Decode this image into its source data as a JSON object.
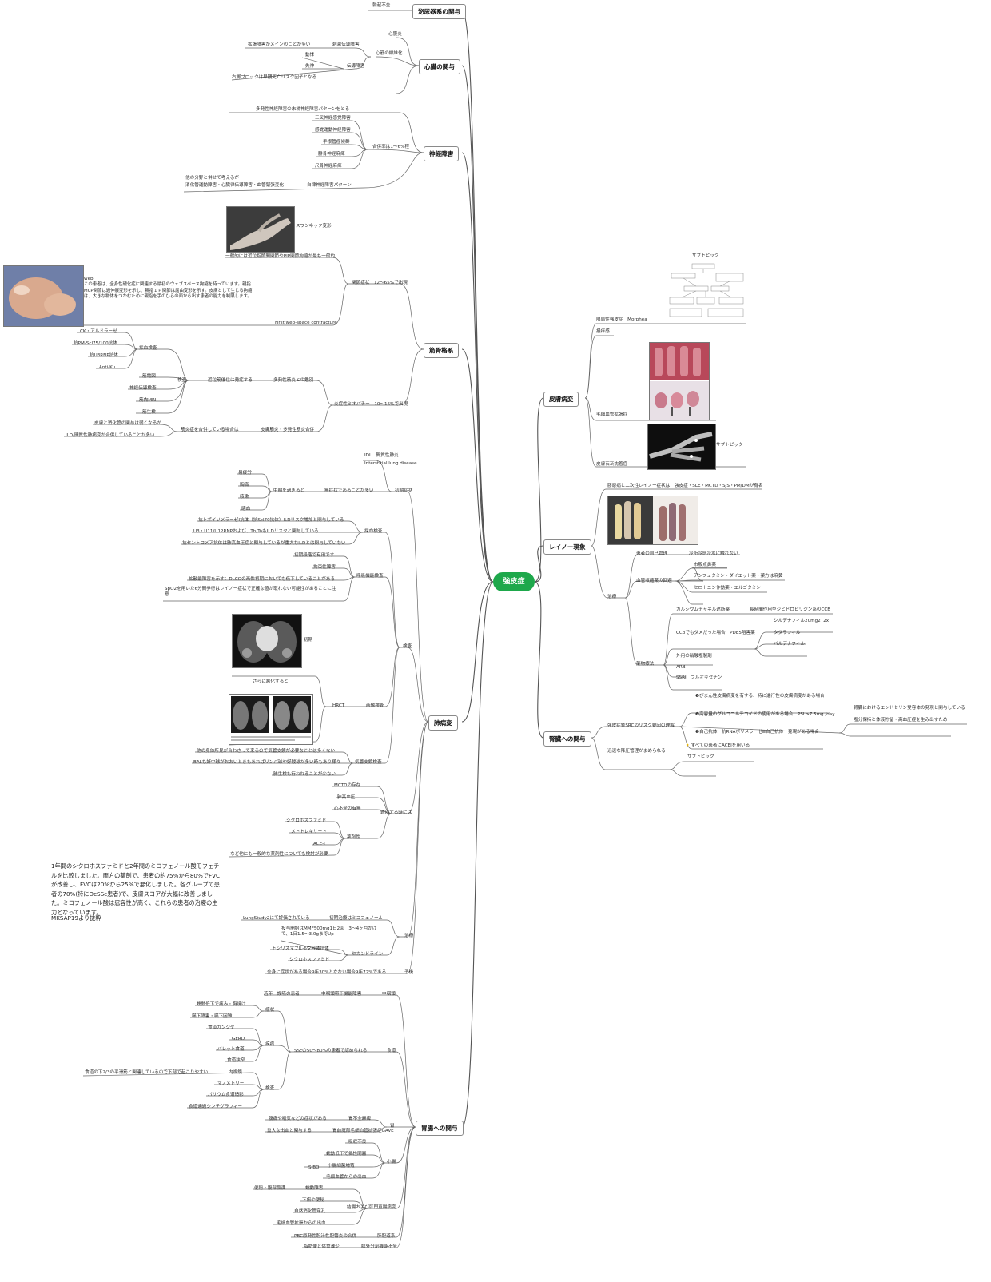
{
  "root": "強皮症",
  "branches": {
    "renal": "泌尿器系の関与",
    "heart": "心臓の関与",
    "neuro": "神経障害",
    "msk": "筋骨格系",
    "lung": "肺病変",
    "gi": "胃腸への関与",
    "skin": "皮膚病変",
    "raynaud": "レイノー現象",
    "kidney": "腎臓への関与"
  },
  "renal": {
    "item": "勃起不全"
  },
  "heart": {
    "pericarditis": "心膜炎",
    "myo": "心筋の線維化",
    "diastolic": "拡張障害がメインのことが多い",
    "conduction": "刺激伝導障害",
    "palp": "動悸",
    "syncope": "失神",
    "ecg": "伝導障害",
    "rbbb": "右脚ブロックは早期死亡リスク因子となる"
  },
  "neuro": {
    "pattern": "多発性神経障害の末梢神経障害パターンをとる",
    "n1": "三叉神経感覚障害",
    "n2": "感覚運動神経障害",
    "n3": "手根管症候群",
    "n4": "腓骨神経麻痺",
    "n5": "尺骨神経麻痺",
    "rate": "合併率は1～6%程",
    "auto_note1": "他の分野と併せて考えるが",
    "auto_note2": "消化管運動障害・心臓律伝導障害・血管緊張変化",
    "auto": "自律神経障害パターン"
  },
  "msk": {
    "swan": "スワンネック変形",
    "joint_desc": "一般的には近位指節間関節やPIP関節拘縮が最も一般的",
    "joint": "関節症状　12～65%で出現",
    "web_title": "web",
    "web_desc": "この患者は、全身性硬化症に関連する最初のウェブスペース拘縮を持っています。親指MCP関節は過伸展変形を示し、親指ＩＰ関節は屈曲変形を示す。皮膚として生じる拘縮は、大きな物体をつかむために親指を手のひらの面から出す患者の能力を制限します。",
    "web": "First web-space contracture",
    "ab1": "CK・アルドラーゼ",
    "ab2": "抗PM-Scl75/100抗体",
    "ab3": "抗U3RNP抗体",
    "ab4": "Anti-Ku",
    "blood": "採血検査",
    "emg": "筋電図",
    "ncs": "神経伝導検査",
    "mri": "筋肉MRI",
    "biopsy": "筋生検",
    "test": "検査",
    "proximal": "近位筋優位に発症する",
    "dd": "多発性筋炎との鑑別",
    "myopathy": "炎症性ミオパチー　10～15%で出現",
    "ild_note1": "皮膚と消化管の関与は弱くなるが",
    "ild_note2": "ILD/間質性肺病変が合併していることが多い",
    "ovl": "筋炎症を合併している場合は",
    "ovl2": "皮膚筋炎・多発性筋炎合併"
  },
  "lung": {
    "idl": "IDL　間質性肺炎",
    "il": "Interstitial lung disease",
    "asym": "無症状であることが多い",
    "early": "初期症状",
    "sx1": "易疲労",
    "sx2": "胸痛",
    "sx3": "咳嗽",
    "sx4": "喀血",
    "sx_p": "中期を過ぎると",
    "ab1": "抗トポイソメラーゼⅠ抗体（抗Scl70抗体）ILDリスク増加と関与している",
    "ab2": "U3・U11/U12RNPおよび、Th/ToもILDリスクと関与している",
    "ab3": "抗セントロメア抗体は肺高血圧症と関与しているが重大なILDとは関与していない",
    "blood": "採血検査",
    "pft_early": "初期段階で有用です",
    "restrictive": "拘束性障害",
    "dlco": "拡散能障害を示す：DLCOの画像初期においても低下していることがある",
    "spo2": "SpO2を用いた6分間歩行はレイノー症状で正確な値が取れない可能性があることに注意",
    "pft": "呼吸機能検査",
    "hrct_early": "初期",
    "hrct_adv": "さらに悪化すると",
    "hrct": "HRCT",
    "img": "画像検査",
    "bal1": "他の身体所見が合わさって来るので気管支鏡が必要なことは多くない",
    "bal2": "BALも好中球がおおいときもあればリンパ球や好酸球が多い時もあり様々",
    "bal3": "肺生検も行われることが少ない",
    "bronch": "気管支鏡検査",
    "exam": "検査",
    "ex1": "MCTDの存在",
    "ex2": "肺高血圧",
    "ex3": "心不全の有無",
    "excl": "鑑別する時には",
    "d1": "シクロホスファミド",
    "d2": "メトトレキサート",
    "d3": "ACE-I",
    "drug": "薬剤性",
    "d_note": "など他にも一般的な薬剤性についても検討が必要",
    "note": "1年間のシクロホスファミドと2年間のミコフェノール酸モフェチルを比較しました。両方の薬剤で、患者の約75%から80%でFVCが改善し、FVCは20%から25%で悪化しました。各グループの患者の70%(特にDcSSc患者)で、皮膚スコアが大幅に改善しました。ミコフェノール酸は忍容性が高く、これらの患者の治療の主力となっています。",
    "mksap": "MKSAP19より抜粋",
    "sls": "LungStudy2にて評価されている",
    "mmf": "初期治療はミコフェノール",
    "mmf_dose": "投与開始はMMF500mg1日2回　3～4ヶ月かけて、1日1.5～3.0gまでUp",
    "toci": "トシリズマブIL-6受容体抗体",
    "cyc": "シクロホスファミド",
    "second": "セカンドライン",
    "tx": "治療",
    "prog_note": "全身に症状がある場合9年30%となない場合9年72%である",
    "prog": "予後"
  },
  "gi": {
    "oro_note": "若年　誤嚥の患者",
    "oro": "中咽頭嚥下機能障害",
    "oro_h": "中咽頭",
    "s1": "蠕動低下で痛み・胸焼け",
    "s2": "嚥下障害・嚥下困難",
    "symptom": "症状",
    "d1": "食道カンジダ",
    "d2": "GERD",
    "d3": "バレット食道",
    "d4": "食道狭窄",
    "disease": "疾病",
    "ssc": "SScの50～80%の患者で認められる",
    "eso": "食道",
    "dist_note": "食道の下2/3の平滑筋と関連しているので下部で起こりやすい",
    "t1": "内視鏡",
    "t2": "マノメトリー",
    "t3": "バリウム食道造影",
    "t4": "食道通過シンチグラフィー",
    "test": "検査",
    "g1_note": "腹痛や嘔気などの症状がある",
    "g1": "胃不全麻痺",
    "g2_note": "重大な出血と関与する",
    "g2": "胃前庭部毛細血管拡張症GAVE",
    "stomach": "胃",
    "i1": "吸収不良",
    "i2": "蠕動低下で偽性閉塞",
    "i3": "小腸細菌増殖",
    "i4": "毛細血管からの出血",
    "sibo": "SIBO",
    "small": "小腸",
    "c_note": "便秘・腹部膨満",
    "c1": "蠕動障害",
    "c2": "下痢や便秘",
    "c3": "自然消化管穿孔",
    "c4": "毛細血管拡張からの出血",
    "colon": "結腸および肛門直腸病変",
    "pbc": "PBC原発性胆汁性胆管炎の合併",
    "liver": "肝胆道系",
    "fat": "脂肪便と体重減少",
    "panc": "膵外分泌機能不全"
  },
  "skin": {
    "subtopic": "サブトピック",
    "morphea": "限局性強皮症　Morphea",
    "itch": "掻痒感",
    "cap": "毛細血管拡張症",
    "calc": "皮膚石灰沈着症"
  },
  "raynaud": {
    "secondary": "膠原病と二次性レイノー症状は　強皮症・SLE・MCTD・SJS・PM/DMが有名",
    "self": "患者の自己管理",
    "cold": "冷所冷感冷水に触れない",
    "v_tx": "血管収縮薬の回避",
    "v1": "市販点鼻薬",
    "v2": "アンフェタミン・ダイエット薬・薬方は麻黄",
    "v3": "セロトニン作動薬・エルゴタミン",
    "ccb": "カルシウムチャネル遮断薬",
    "ccb2": "長時間作用型ジヒドロピリジン系のCCB",
    "pde": "CCbでもダメだった場合　PDE5阻害薬",
    "p1": "シルデナフィル20mg2T2x",
    "p2": "タダラフィル",
    "p3": "バルデナフィル",
    "topical": "外用の硝酸塩製剤",
    "arb": "ARB",
    "ssri": "SSRI　フルオキセチン",
    "drug": "薬物療法",
    "tx": "治療"
  },
  "kidney": {
    "k1": "❶びまん性皮膚病変を有する、特に進行性の皮膚病変がある場合",
    "k2": "❷高容量のグルココルチコイドの使用がある場合　PSL>7.5mg /day",
    "k3": "❸自己抗体　抗RNAポリメラーゼⅢ自己抗体　発現がある場合",
    "k2a": "腎臓におけるエンドセリン受容体の発現と関与している",
    "k2b": "塩分保持と体液貯留・高血圧症を生み出すため",
    "risk": "強皮症腎SRCのリスク要因の理解",
    "acei": "すべての患者にACEIを用いる",
    "sub": "サブトピック",
    "bp": "迅速な降圧管理がまめられる"
  }
}
